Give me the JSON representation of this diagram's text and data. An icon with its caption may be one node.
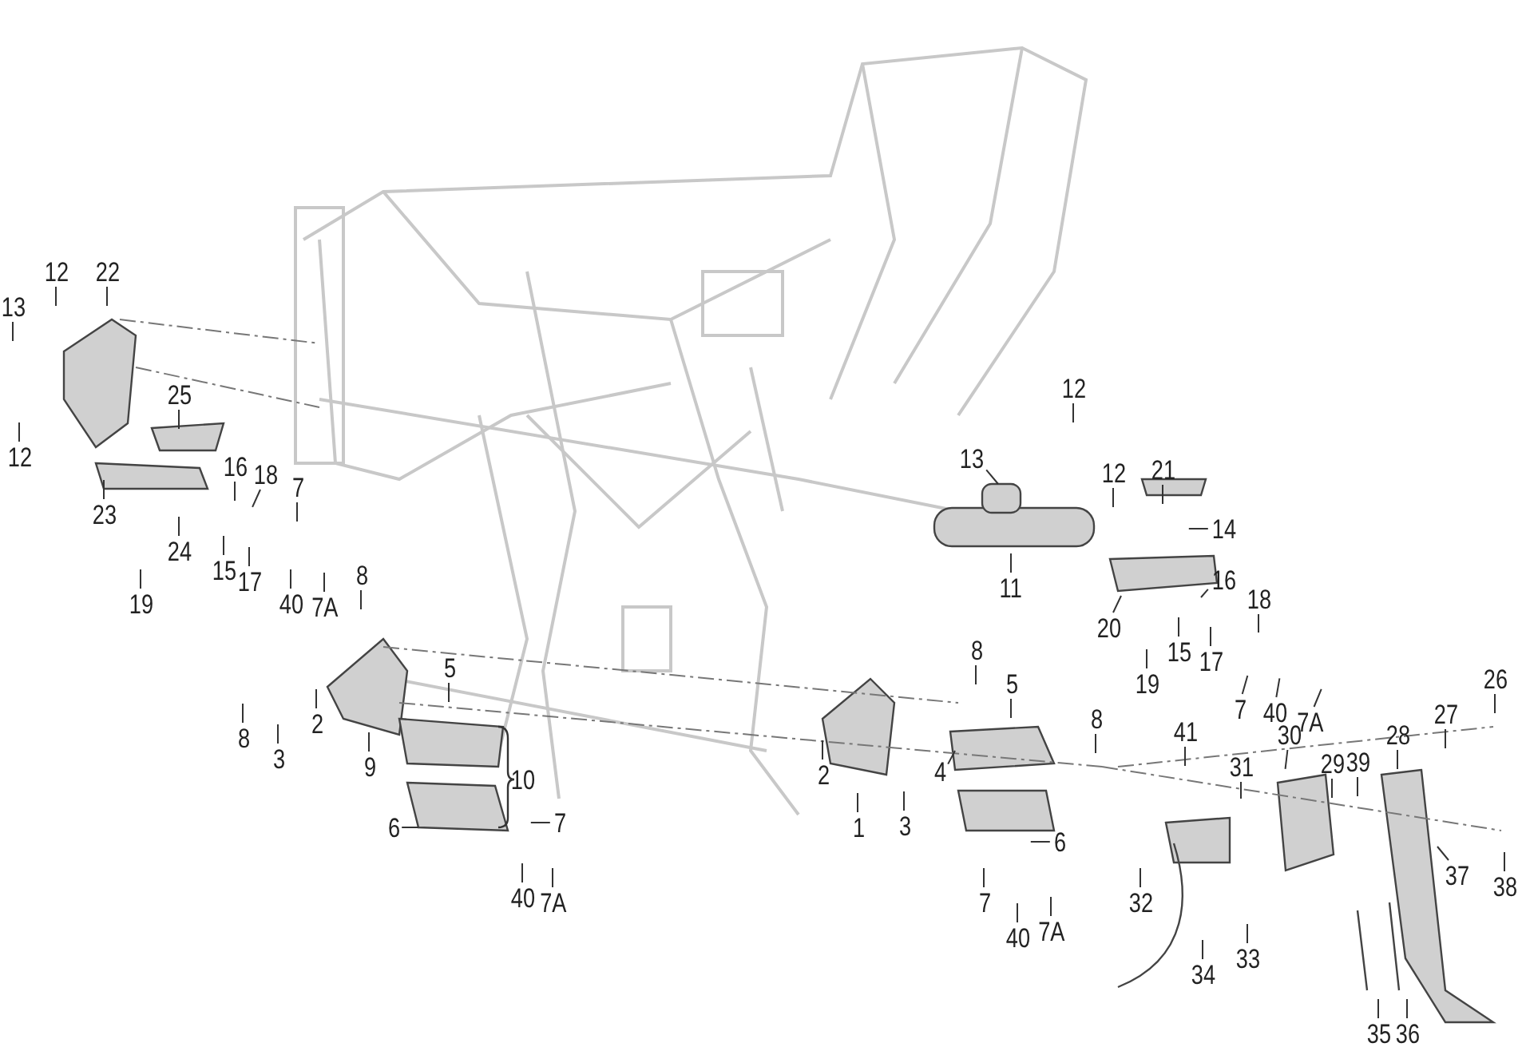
{
  "diagram": {
    "nodes": [
      {
        "text": [
          "12"
        ]
      },
      {
        "text": [
          "22"
        ]
      },
      {
        "text": [
          "13"
        ]
      },
      {
        "text": [
          "25"
        ]
      },
      {
        "text": [
          "12"
        ]
      },
      {
        "text": [
          "16"
        ]
      },
      {
        "text": [
          "18"
        ]
      },
      {
        "text": [
          "7"
        ]
      },
      {
        "text": [
          "23"
        ]
      },
      {
        "text": [
          "24"
        ]
      },
      {
        "text": [
          "15"
        ]
      },
      {
        "text": [
          "17"
        ]
      },
      {
        "text": [
          "19"
        ]
      },
      {
        "text": [
          "40"
        ]
      },
      {
        "text": [
          "7A"
        ]
      },
      {
        "text": [
          "8"
        ]
      },
      {
        "text": [
          "12"
        ]
      },
      {
        "text": [
          "13"
        ]
      },
      {
        "text": [
          "12"
        ]
      },
      {
        "text": [
          "21"
        ]
      },
      {
        "text": [
          "14"
        ]
      },
      {
        "text": [
          "11"
        ]
      },
      {
        "text": [
          "16"
        ]
      },
      {
        "text": [
          "18"
        ]
      },
      {
        "text": [
          "20"
        ]
      },
      {
        "text": [
          "19"
        ]
      },
      {
        "text": [
          "15"
        ]
      },
      {
        "text": [
          "17"
        ]
      },
      {
        "text": [
          "7"
        ]
      },
      {
        "text": [
          "40"
        ]
      },
      {
        "text": [
          "7A"
        ]
      },
      {
        "text": [
          "5"
        ]
      },
      {
        "text": [
          "8"
        ]
      },
      {
        "text": [
          "2"
        ]
      },
      {
        "text": [
          "3"
        ]
      },
      {
        "text": [
          "9"
        ]
      },
      {
        "text": [
          "6"
        ]
      },
      {
        "text": [
          "7"
        ]
      },
      {
        "text": [
          "40"
        ]
      },
      {
        "text": [
          "7A"
        ]
      },
      {
        "text": [
          "8"
        ]
      },
      {
        "text": [
          "5"
        ]
      },
      {
        "text": [
          "8"
        ]
      },
      {
        "text": [
          "41"
        ]
      },
      {
        "text": [
          "26"
        ]
      },
      {
        "text": [
          "27"
        ]
      },
      {
        "text": [
          "30"
        ]
      },
      {
        "text": [
          "28"
        ]
      },
      {
        "text": [
          "29"
        ]
      },
      {
        "text": [
          "39"
        ]
      },
      {
        "text": [
          "31"
        ]
      },
      {
        "text": [
          "2"
        ]
      },
      {
        "text": [
          "4"
        ]
      },
      {
        "text": [
          "1"
        ]
      },
      {
        "text": [
          "3"
        ]
      },
      {
        "text": [
          "6"
        ]
      },
      {
        "text": [
          "37"
        ]
      },
      {
        "text": [
          "38"
        ]
      },
      {
        "text": [
          "7"
        ]
      },
      {
        "text": [
          "32"
        ]
      },
      {
        "text": [
          "40"
        ]
      },
      {
        "text": [
          "7A"
        ]
      },
      {
        "text": [
          "33"
        ]
      },
      {
        "text": [
          "34"
        ]
      },
      {
        "text": [
          "35"
        ]
      },
      {
        "text": [
          "36"
        ]
      }
    ],
    "edges": [
      {
        "from": 0,
        "to": null,
        "arrow": "none"
      },
      {
        "from": 1,
        "to": null,
        "arrow": "none"
      },
      {
        "from": 2,
        "to": null,
        "arrow": "none"
      },
      {
        "from": 3,
        "to": null,
        "arrow": "none"
      },
      {
        "from": 4,
        "to": null,
        "arrow": "none"
      },
      {
        "from": 5,
        "to": null,
        "arrow": "none"
      },
      {
        "from": 6,
        "to": null,
        "arrow": "none"
      },
      {
        "from": 7,
        "to": null,
        "arrow": "none"
      },
      {
        "from": 8,
        "to": null,
        "arrow": "none"
      },
      {
        "from": 9,
        "to": null,
        "arrow": "none"
      },
      {
        "from": 10,
        "to": null,
        "arrow": "none"
      },
      {
        "from": 11,
        "to": null,
        "arrow": "none"
      },
      {
        "from": 12,
        "to": null,
        "arrow": "none"
      },
      {
        "from": 13,
        "to": null,
        "arrow": "none"
      },
      {
        "from": 14,
        "to": null,
        "arrow": "none"
      },
      {
        "from": 15,
        "to": null,
        "arrow": "none"
      },
      {
        "from": 16,
        "to": null,
        "arrow": "none"
      },
      {
        "from": 17,
        "to": null,
        "arrow": "none"
      },
      {
        "from": 18,
        "to": null,
        "arrow": "none"
      },
      {
        "from": 19,
        "to": null,
        "arrow": "none"
      },
      {
        "from": 20,
        "to": null,
        "arrow": "none"
      },
      {
        "from": 21,
        "to": null,
        "arrow": "none"
      },
      {
        "from": 22,
        "to": null,
        "arrow": "none"
      },
      {
        "from": 23,
        "to": null,
        "arrow": "none"
      },
      {
        "from": 24,
        "to": null,
        "arrow": "none"
      },
      {
        "from": 25,
        "to": null,
        "arrow": "none"
      },
      {
        "from": 26,
        "to": null,
        "arrow": "none"
      },
      {
        "from": 27,
        "to": null,
        "arrow": "none"
      },
      {
        "from": 28,
        "to": null,
        "arrow": "none"
      },
      {
        "from": 29,
        "to": null,
        "arrow": "none"
      },
      {
        "from": 30,
        "to": null,
        "arrow": "none"
      },
      {
        "from": 31,
        "to": null,
        "arrow": "none"
      },
      {
        "from": 32,
        "to": null,
        "arrow": "none"
      },
      {
        "from": 33,
        "to": null,
        "arrow": "none"
      },
      {
        "from": 34,
        "to": null,
        "arrow": "none"
      },
      {
        "from": 35,
        "to": null,
        "arrow": "none"
      },
      {
        "from": 36,
        "to": null,
        "arrow": "none"
      },
      {
        "from": 37,
        "to": null,
        "arrow": "none"
      },
      {
        "from": 38,
        "to": null,
        "arrow": "none"
      },
      {
        "from": 39,
        "to": null,
        "arrow": "none"
      },
      {
        "from": 40,
        "to": null,
        "arrow": "none"
      },
      {
        "from": 41,
        "to": null,
        "arrow": "none"
      },
      {
        "from": 42,
        "to": null,
        "arrow": "none"
      },
      {
        "from": 43,
        "to": null,
        "arrow": "none"
      },
      {
        "from": 44,
        "to": null,
        "arrow": "none"
      },
      {
        "from": 45,
        "to": null,
        "arrow": "none"
      },
      {
        "from": 46,
        "to": null,
        "arrow": "none"
      },
      {
        "from": 47,
        "to": null,
        "arrow": "none"
      },
      {
        "from": 48,
        "to": null,
        "arrow": "none"
      },
      {
        "from": 49,
        "to": null,
        "arrow": "none"
      },
      {
        "from": 50,
        "to": null,
        "arrow": "none"
      },
      {
        "from": 51,
        "to": null,
        "arrow": "none"
      },
      {
        "from": 52,
        "to": null,
        "arrow": "none"
      },
      {
        "from": 53,
        "to": null,
        "arrow": "none"
      },
      {
        "from": 54,
        "to": null,
        "arrow": "none"
      },
      {
        "from": 55,
        "to": null,
        "arrow": "none"
      },
      {
        "from": 56,
        "to": null,
        "arrow": "none"
      },
      {
        "from": 57,
        "to": null,
        "arrow": "none"
      },
      {
        "from": 58,
        "to": null,
        "arrow": "none"
      },
      {
        "from": 59,
        "to": null,
        "arrow": "none"
      },
      {
        "from": 60,
        "to": null,
        "arrow": "none"
      },
      {
        "from": 61,
        "to": null,
        "arrow": "none"
      },
      {
        "from": 62,
        "to": null,
        "arrow": "none"
      },
      {
        "from": 63,
        "to": null,
        "arrow": "none"
      },
      {
        "from": 64,
        "to": null,
        "arrow": "none"
      },
      {
        "from": 65,
        "to": null,
        "arrow": "none"
      }
    ],
    "labels": [
      "10"
    ]
  }
}
